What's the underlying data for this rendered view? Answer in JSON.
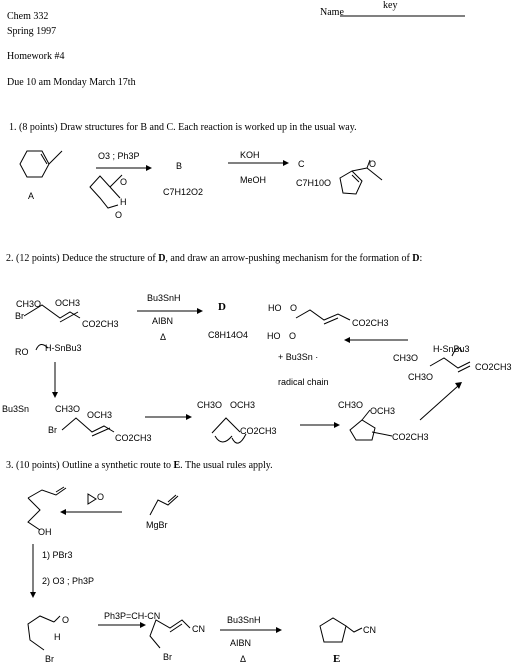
{
  "header": {
    "course": "Chem 332",
    "term": "Spring 1997",
    "homework": "Homework #4",
    "due": "Due 10 am Monday March 17th",
    "name_label": "Name",
    "name_value": "key"
  },
  "q1": {
    "prompt": "1.  (8 points) Draw structures for  B and C. Each reaction is worked up in the usual way.",
    "label_a": "A",
    "reagent1": "O3 ; Ph3P",
    "label_b": "B",
    "formula_b": "C7H12O2",
    "reagent2_top": "KOH",
    "reagent2_bottom": "MeOH",
    "label_c": "C",
    "formula_c": "C7H10O",
    "aldehyde_h": "H",
    "o_top": "O",
    "o_bottom": "O",
    "o_c": "O"
  },
  "q2": {
    "prompt_1": "2.  (12 points)  Deduce the structure of ",
    "d1": "D",
    "prompt_2": ", and draw an arrow-pushing mechanism for the formation of ",
    "d2": "D",
    "prompt_3": ":",
    "reagent_top": "Bu3SnH",
    "reagent_mid": "AIBN",
    "reagent_bot": "Δ",
    "label_d": "D",
    "formula_d": "C8H14O4",
    "radical_chain": "radical chain",
    "bu3sn_plus": "+ Bu3Sn ·",
    "ro_label": "RO",
    "h_snbu3": "H-SnBu3",
    "bu3sn_left": "Bu3Sn",
    "ch3o": "CH3O",
    "och3": "OCH3",
    "br": "Br",
    "co2ch3": "CO2CH3",
    "ho_label": "HO",
    "o_label": "O"
  },
  "q3": {
    "prompt_1": "3.  (10 points) Outline a synthetic route to ",
    "e_bold": "E",
    "prompt_2": ". The usual rules apply.",
    "oh": "OH",
    "mgbr": "MgBr",
    "epoxide_o": "O",
    "step1": "1) PBr3",
    "step2": "2) O3 ; Ph3P",
    "o_ald": "O",
    "h_ald": "H",
    "br": "Br",
    "wittig": "Ph3P=CH-CN",
    "cn1": "CN",
    "br2": "Br",
    "reagent_top": "Bu3SnH",
    "reagent_mid": "AIBN",
    "reagent_bot": "Δ",
    "cn2": "CN",
    "label_e": "E"
  }
}
